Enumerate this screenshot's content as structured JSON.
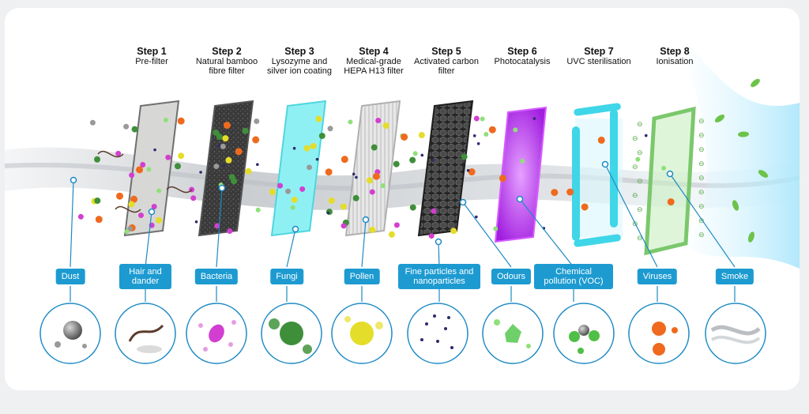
{
  "steps": [
    {
      "number": "Step 1",
      "name": "Pre-filter"
    },
    {
      "number": "Step 2",
      "name": "Natural bamboo fibre filter"
    },
    {
      "number": "Step 3",
      "name": "Lysozyme and silver ion coating"
    },
    {
      "number": "Step 4",
      "name": "Medical-grade HEPA H13 filter"
    },
    {
      "number": "Step 5",
      "name": "Activated carbon filter"
    },
    {
      "number": "Step 6",
      "name": "Photocatalysis"
    },
    {
      "number": "Step 7",
      "name": "UVC sterilisation"
    },
    {
      "number": "Step 8",
      "name": "Ionisation"
    }
  ],
  "pollutants": [
    "Dust",
    "Hair and dander",
    "Bacteria",
    "Fungi",
    "Pollen",
    "Fine particles and nanoparticles",
    "Odours",
    "Chemical pollution (VOC)",
    "Viruses",
    "Smoke"
  ],
  "colors": {
    "label_bg": "#1d9bd1",
    "line": "#1d8ac4",
    "uvc": "#3fd6e8",
    "photocatalysis": "#b13cf0",
    "ioniser": "#7bc86c",
    "virus": "#ef6a1e",
    "bacteria": "#d23fd0",
    "fungi": "#3f8f3a",
    "pollen": "#e4dd2a"
  }
}
